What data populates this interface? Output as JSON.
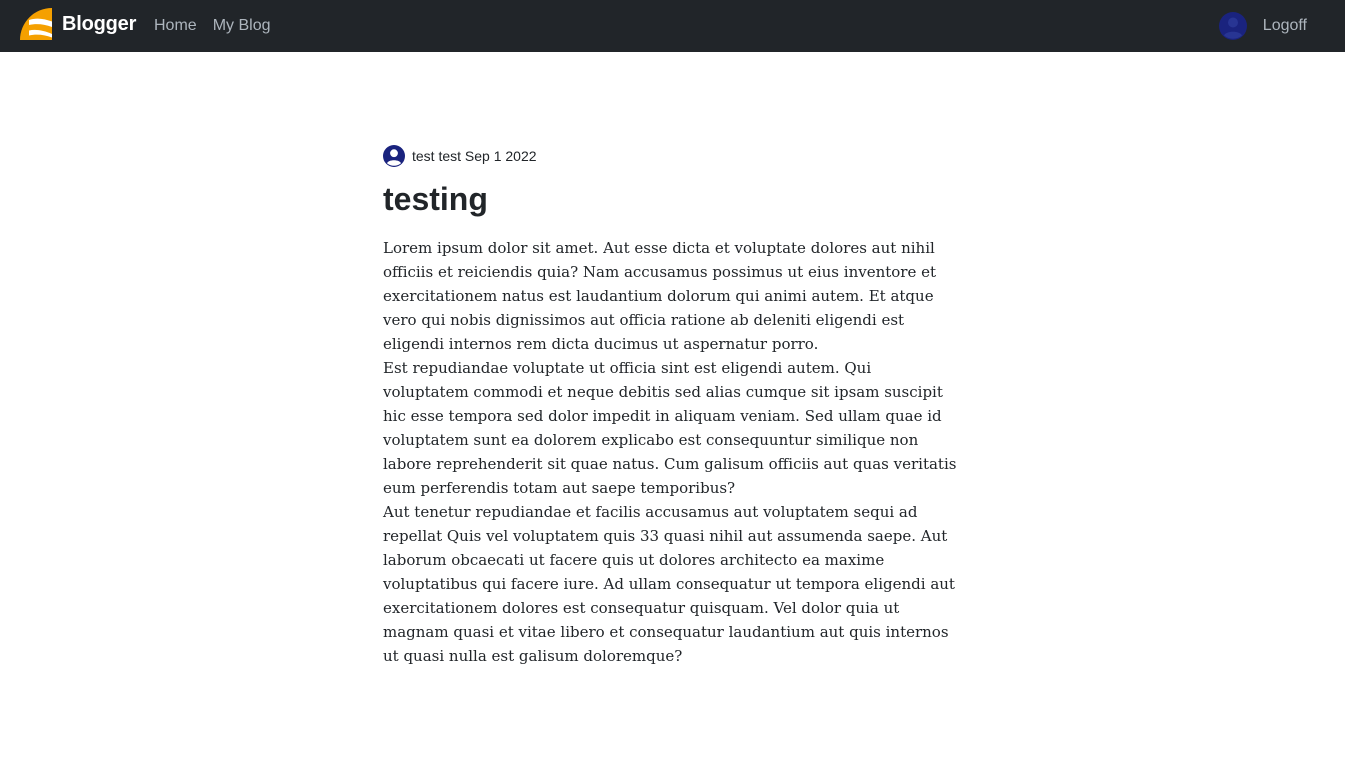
{
  "navbar": {
    "brand": "Blogger",
    "links": [
      "Home",
      "My Blog"
    ],
    "logoff": "Logoff",
    "brand_color": "#f5a000",
    "avatar_color": "#1a237e",
    "background": "#212529"
  },
  "post": {
    "author": "test test",
    "date": "Sep 1 2022",
    "meta": "test test Sep 1 2022",
    "title": "testing",
    "paragraphs": [
      "Lorem ipsum dolor sit amet. Aut esse dicta et voluptate dolores aut nihil officiis et reiciendis quia? Nam accusamus possimus ut eius inventore et exercitationem natus est laudantium dolorum qui animi autem. Et atque vero qui nobis dignissimos aut officia ratione ab deleniti eligendi est eligendi internos rem dicta ducimus ut aspernatur porro.",
      "Est repudiandae voluptate ut officia sint est eligendi autem. Qui voluptatem commodi et neque debitis sed alias cumque sit ipsam suscipit hic esse tempora sed dolor impedit in aliquam veniam. Sed ullam quae id voluptatem sunt ea dolorem explicabo est consequuntur similique non labore reprehenderit sit quae natus. Cum galisum officiis aut quas veritatis eum perferendis totam aut saepe temporibus?",
      "Aut tenetur repudiandae et facilis accusamus aut voluptatem sequi ad repellat Quis vel voluptatem quis 33 quasi nihil aut assumenda saepe. Aut laborum obcaecati ut facere quis ut dolores architecto ea maxime voluptatibus qui facere iure. Ad ullam consequatur ut tempora eligendi aut exercitationem dolores est consequatur quisquam. Vel dolor quia ut magnam quasi et vitae libero et consequatur laudantium aut quis internos ut quasi nulla est galisum doloremque?"
    ]
  }
}
